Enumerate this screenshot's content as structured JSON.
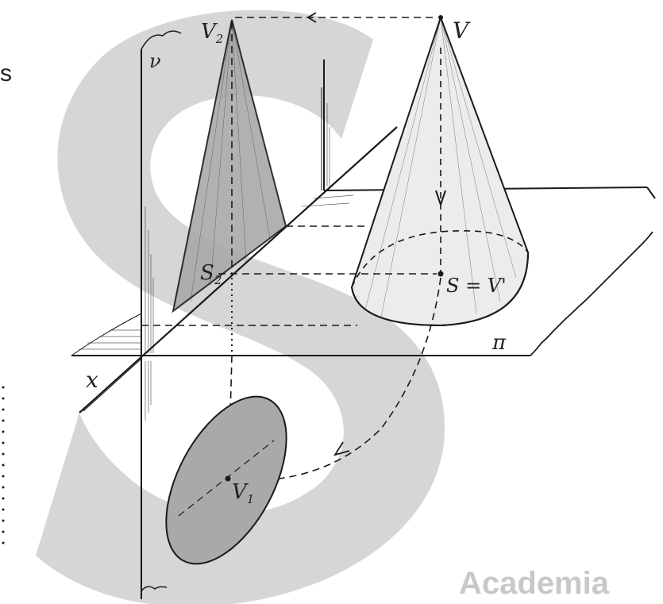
{
  "labels": {
    "v2": "V",
    "v2_sub": "2",
    "v": "V",
    "nu": "ν",
    "s2": "S",
    "s2_sub": "2",
    "s_eq_v_prime": "S = V'",
    "pi": "π",
    "x_axis": "x",
    "v1": "V",
    "v1_sub": "1"
  },
  "watermark": {
    "text": "Academia",
    "color": "#c8c8c8"
  },
  "edge_text": {
    "top": "s"
  },
  "colors": {
    "line": "#1a1a1a",
    "shade": "#a9a9a9",
    "watermark_s": "#cfcfcf"
  }
}
